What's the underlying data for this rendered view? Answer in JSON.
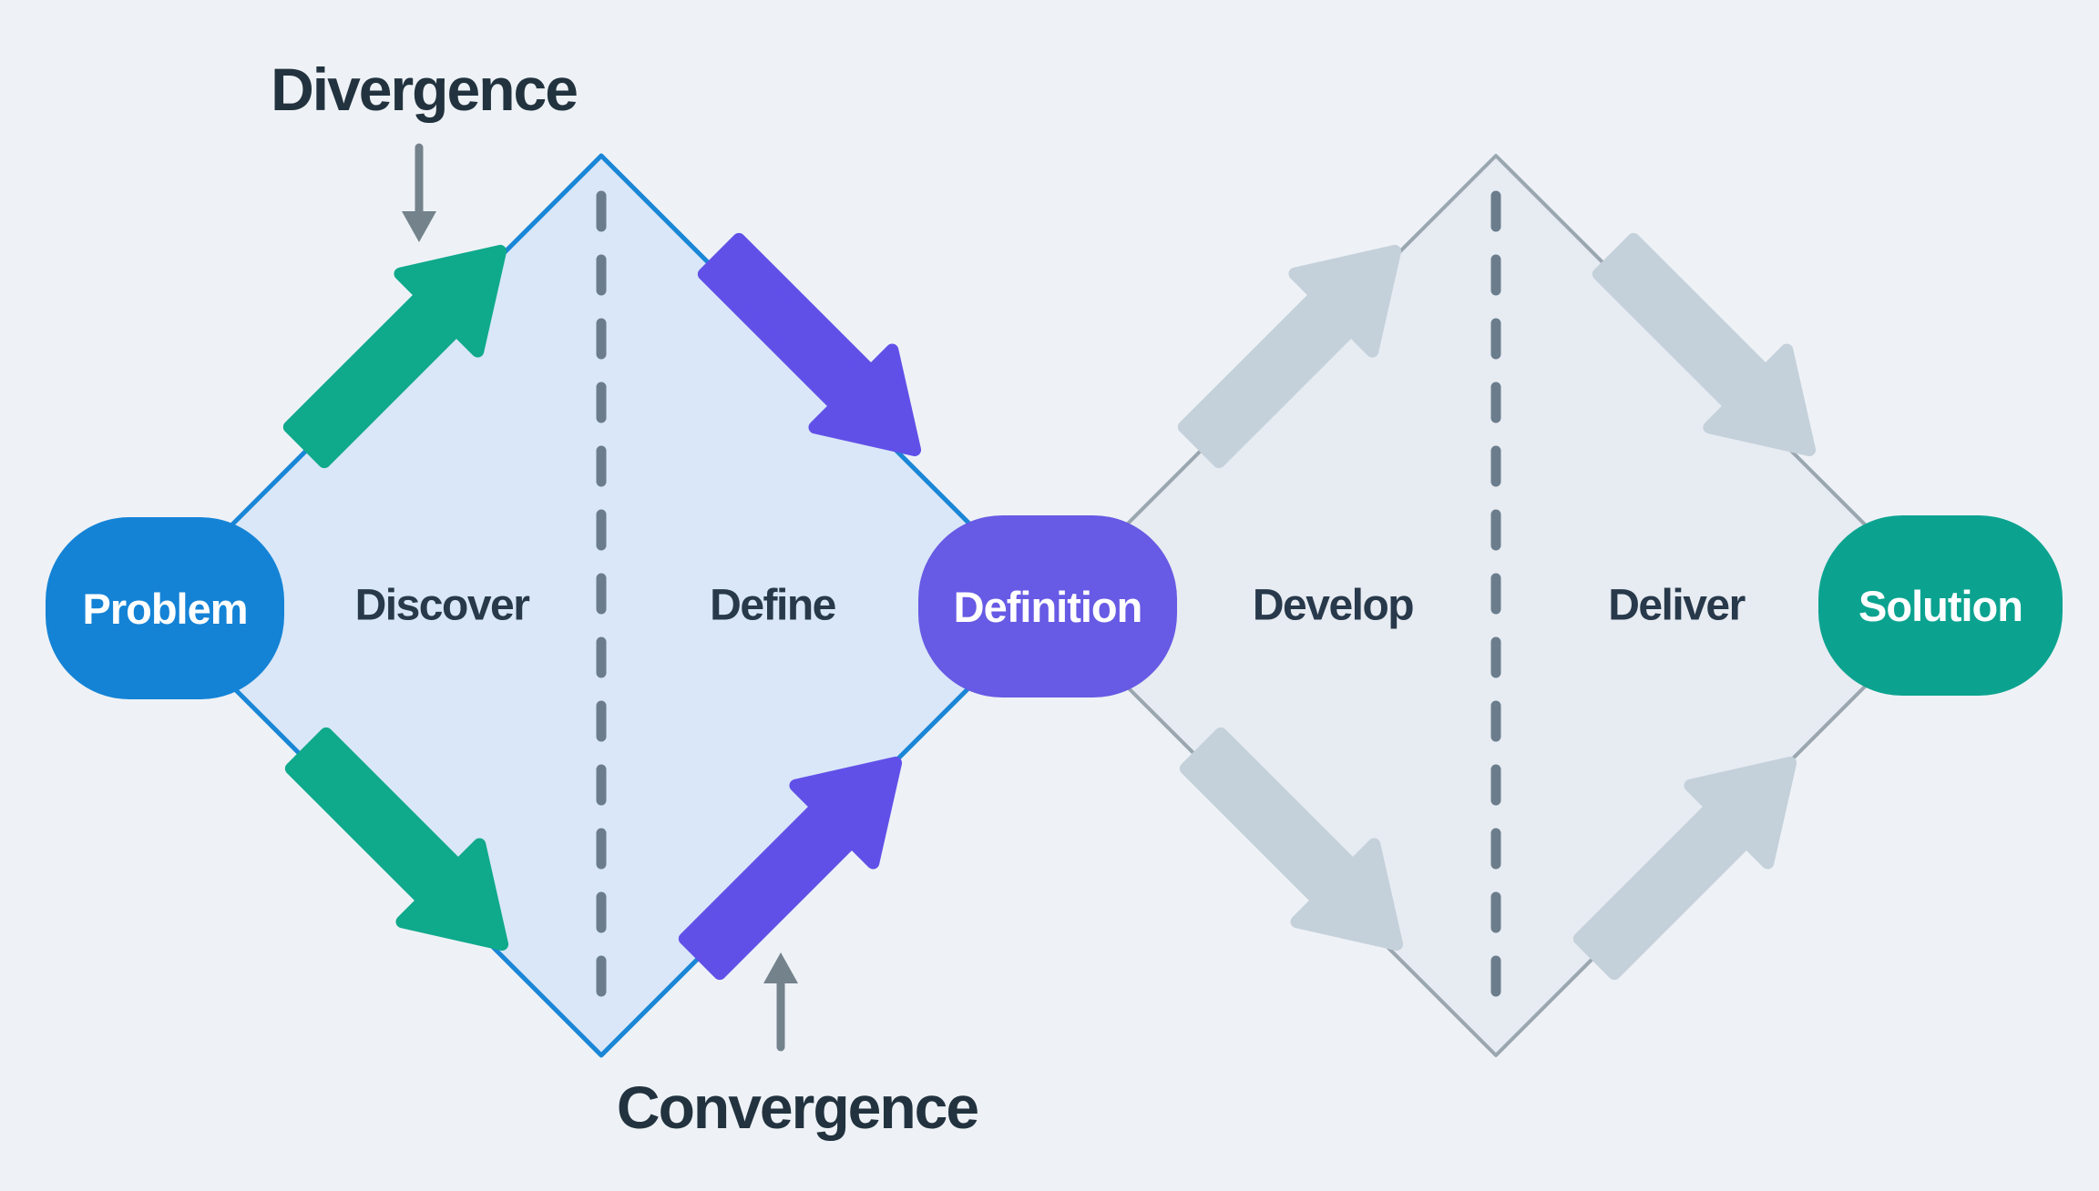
{
  "title": "Double Diamond design process diagram",
  "annotations": {
    "divergence": {
      "label": "Divergence"
    },
    "convergence": {
      "label": "Convergence"
    }
  },
  "nodes": {
    "problem": {
      "label": "Problem",
      "color": "#1483d6"
    },
    "definition": {
      "label": "Definition",
      "color": "#675ae4"
    },
    "solution": {
      "label": "Solution",
      "color": "#0ba390"
    }
  },
  "phases": {
    "discover": {
      "label": "Discover"
    },
    "define": {
      "label": "Define"
    },
    "develop": {
      "label": "Develop"
    },
    "deliver": {
      "label": "Deliver"
    }
  },
  "colors": {
    "background": "#eef2f6",
    "diamond1_fill": "#d9e7f8",
    "diamond1_stroke": "#1a86d6",
    "diamond2_fill": "#e7ebf2",
    "diamond2_stroke": "#9aa6b0",
    "divergence_arrow": "#0fa98c",
    "convergence_arrow": "#6150e8",
    "neutral_arrow": "#c4d0da",
    "annotation_arrow": "#74828c",
    "divider_dash": "#6b7d8c",
    "heading_text": "#22333f",
    "phase_text": "#27394a",
    "pill_text": "#ffffff"
  }
}
